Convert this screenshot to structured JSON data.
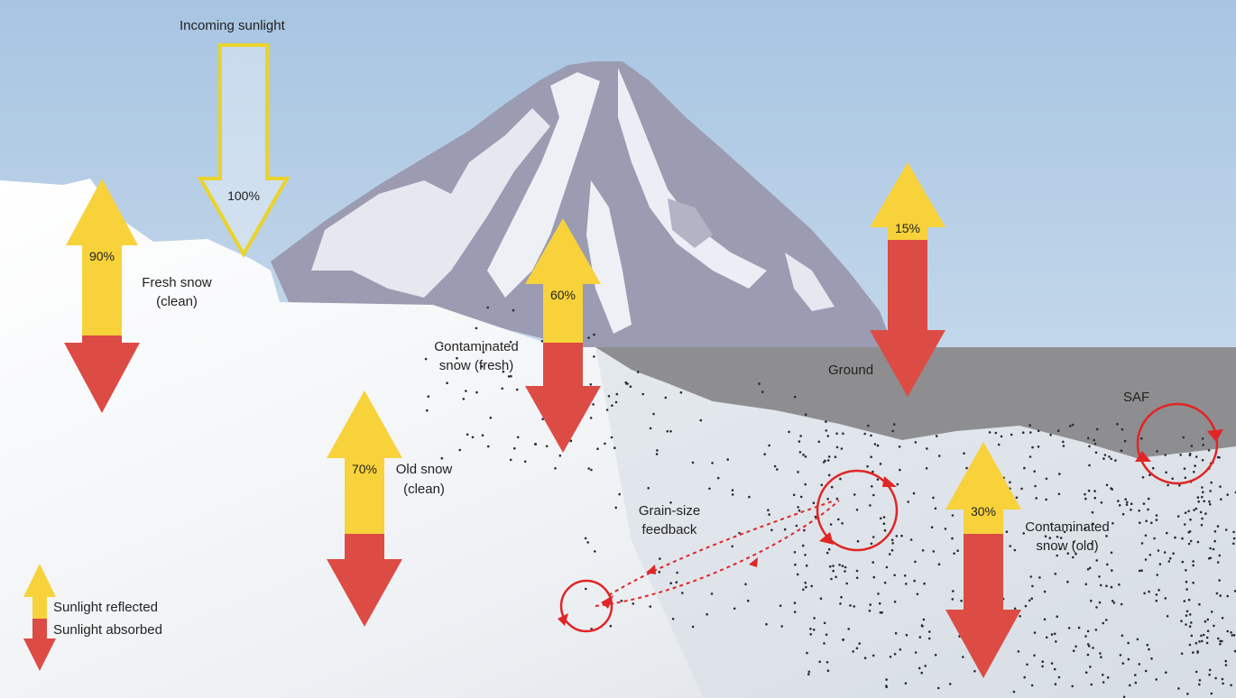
{
  "incoming": {
    "label": "Incoming sunlight",
    "value": "100%"
  },
  "surfaces": [
    {
      "id": "fresh-snow",
      "line1": "Fresh snow",
      "line2": "(clean)",
      "reflected": "90%"
    },
    {
      "id": "contaminated-fresh",
      "line1": "Contaminated",
      "line2": "snow (fresh)",
      "reflected": "60%"
    },
    {
      "id": "old-snow",
      "line1": "Old snow",
      "line2": "(clean)",
      "reflected": "70%"
    },
    {
      "id": "ground",
      "line1": "Ground",
      "reflected": "15%"
    },
    {
      "id": "contaminated-old",
      "line1": "Contaminated",
      "line2": "snow (old)",
      "reflected": "30%"
    }
  ],
  "feedbacks": {
    "grain_size": {
      "line1": "Grain-size",
      "line2": "feedback"
    },
    "saf": {
      "label": "SAF"
    }
  },
  "legend": {
    "reflected": "Sunlight reflected",
    "absorbed": "Sunlight absorbed"
  },
  "colors": {
    "reflected": "#f7d23a",
    "absorbed": "#dc4c45",
    "incoming_outline": "#ead32a",
    "ground": "#8e8e90",
    "mountain_rock": "#9b9bb1",
    "feedback_loop": "#e02525"
  }
}
